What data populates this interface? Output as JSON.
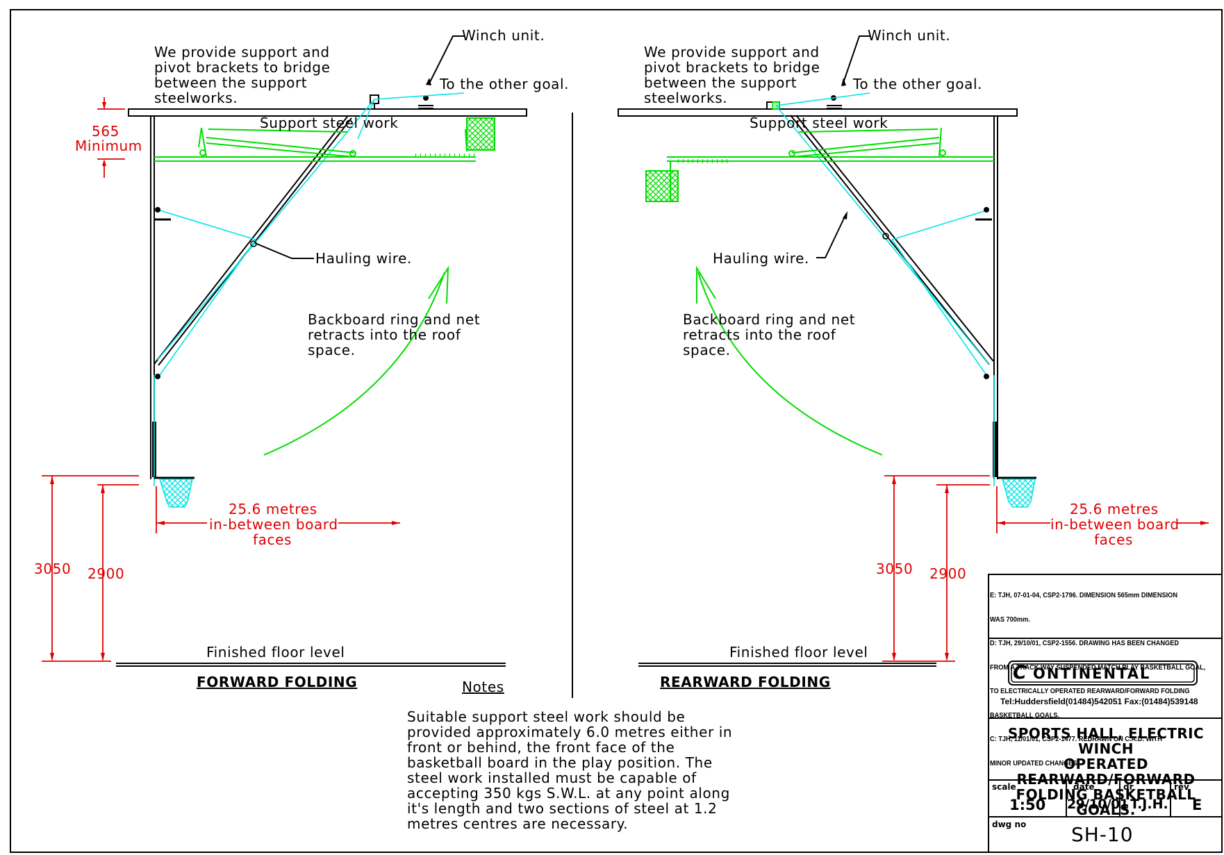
{
  "labels": {
    "left_support_note": [
      "We provide support and",
      "pivot brackets to bridge",
      "between the support",
      "steelworks."
    ],
    "right_support_note": [
      "We provide support and",
      "pivot brackets to bridge",
      "between the support",
      "steelworks."
    ],
    "winch_unit": "Winch unit.",
    "to_other_goal": "To the other goal.",
    "support_steel_work": "Support steel work",
    "hauling_wire": "Hauling wire.",
    "backboard_note": [
      "Backboard ring and net",
      "retracts into the roof",
      "space."
    ],
    "dim_565": "565",
    "minimum": "Minimum",
    "dim_25_6": "25.6 metres",
    "in_between": "in-between board",
    "faces": "faces",
    "dim_3050": "3050",
    "dim_2900": "2900",
    "floor_level": "Finished floor level",
    "forward_folding": "FORWARD FOLDING",
    "rearward_folding": "REARWARD FOLDING"
  },
  "notes": {
    "heading": "Notes",
    "lines": [
      "Suitable support steel work should be",
      "provided approximately 6.0 metres either in",
      "front or behind, the front face of the",
      "basketball board in the play position. The",
      "steel work installed must be capable of",
      "accepting 350 kgs S.W.L. at any point along",
      "it's length and two sections of steel at 1.2",
      "metres centres are necessary."
    ]
  },
  "revisions": [
    "E: TJH, 07-01-04, CSP2-1796. DIMENSION 565mm DIMENSION",
    "WAS 700mm.",
    "D: TJH, 29/10/01, CSP2-1556. DRAWING HAS BEEN CHANGED",
    "FROM A TRACK WAY SUSPENDED MATCH PLAY BASKETBALL GOAL,",
    "TO ELECTRICALLY OPERATED REARWARD/FORWARD FOLDING",
    "BASKETBALL GOALS.",
    "C: TJH, 11/01/01, CSP2-1477. REDRAWN ON C.A.D. WITH",
    "MINOR UPDATED CHANGES."
  ],
  "title_block": {
    "company": "ONTINENTAL",
    "company_initial": "C",
    "contact": "Tel:Huddersfield(01484)542051  Fax:(01484)539148",
    "title": [
      "SPORTS HALL, ELECTRIC WINCH",
      "OPERATED REARWARD/FORWARD",
      "FOLDING BASKETBALL GOALS."
    ],
    "scale_label": "scale",
    "scale": "1:50",
    "date_label": "date",
    "date": "29/10/01",
    "dr_label": "dr",
    "dr": "T.J.H.",
    "rev_label": "rev",
    "rev": "E",
    "dwg_label": "dwg no",
    "dwg": "SH-10"
  },
  "colors": {
    "line": "#000000",
    "wire": "#00e5e5",
    "structure_green": "#00dd00",
    "dimension_red": "#e00000"
  }
}
